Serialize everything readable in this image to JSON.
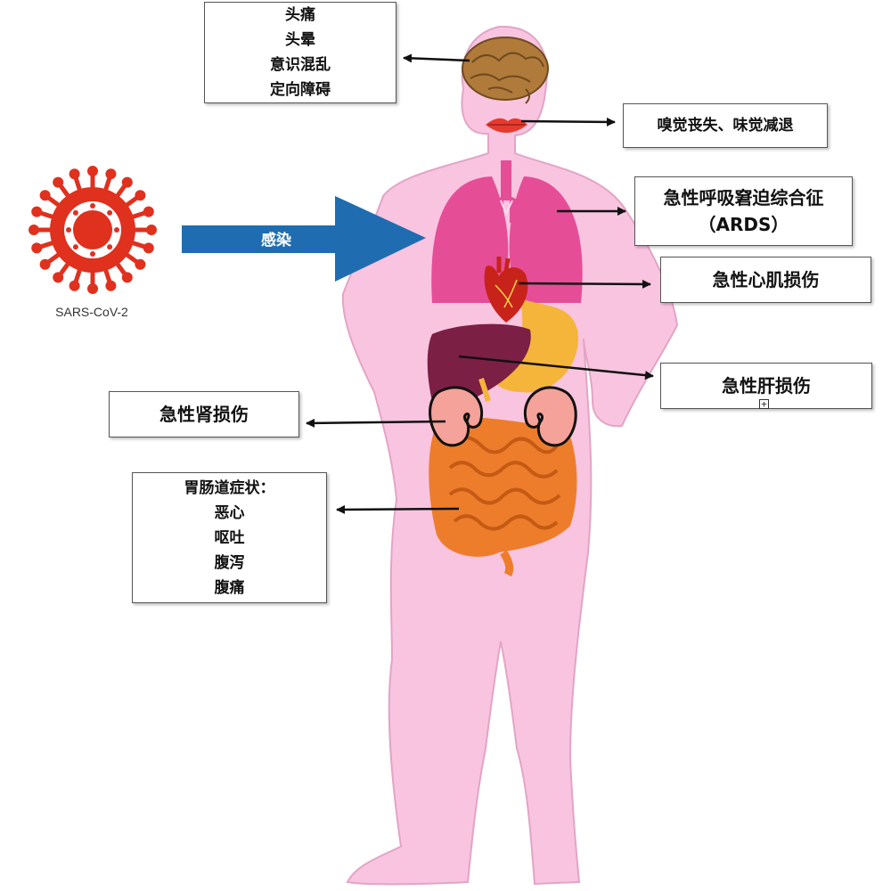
{
  "virus": {
    "name": "SARS-CoV-2"
  },
  "infection_label": "感染",
  "brain_box": {
    "lines": [
      "头痛",
      "头晕",
      "意识混乱",
      "定向障碍"
    ]
  },
  "smell_box": {
    "text": "嗅觉丧失、味觉减退"
  },
  "lung_box": {
    "line1": "急性呼吸窘迫综合征",
    "line2": "（ARDS）"
  },
  "heart_box": {
    "text": "急性心肌损伤"
  },
  "liver_box": {
    "text": "急性肝损伤"
  },
  "kidney_box": {
    "text": "急性肾损伤"
  },
  "gi_box": {
    "title": "胃肠道症状：",
    "lines": [
      "恶心",
      "呕吐",
      "腹泻",
      "腹痛"
    ]
  },
  "colors": {
    "body": "#f9c4e0",
    "body_outline": "#e2a5c6",
    "virus": "#e0301e",
    "arrow_infect": "#1f6db0",
    "brain": "#b07a3a",
    "lungs": "#e54e97",
    "heart": "#c8231a",
    "liver": "#7b1f45",
    "stomach": "#f5b43a",
    "kidney": "#f4a29a",
    "intestine": "#ee7d2b",
    "lips": "#e53b2e"
  }
}
